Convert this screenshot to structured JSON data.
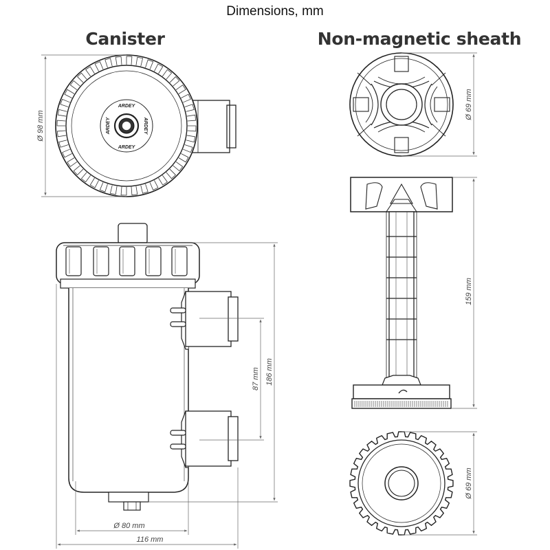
{
  "title": "Dimensions, mm",
  "canister": {
    "heading": "Canister",
    "top_view_diameter": "Ø 98 mm",
    "port_spacing": "87 mm",
    "height": "186 mm",
    "base_diameter": "Ø 80 mm",
    "total_width": "116 mm",
    "cap_brand_label": "ARDEY"
  },
  "sheath": {
    "heading": "Non-magnetic sheath",
    "top_view_diameter": "Ø 69 mm",
    "length": "159 mm",
    "bottom_view_diameter": "Ø 69 mm"
  }
}
